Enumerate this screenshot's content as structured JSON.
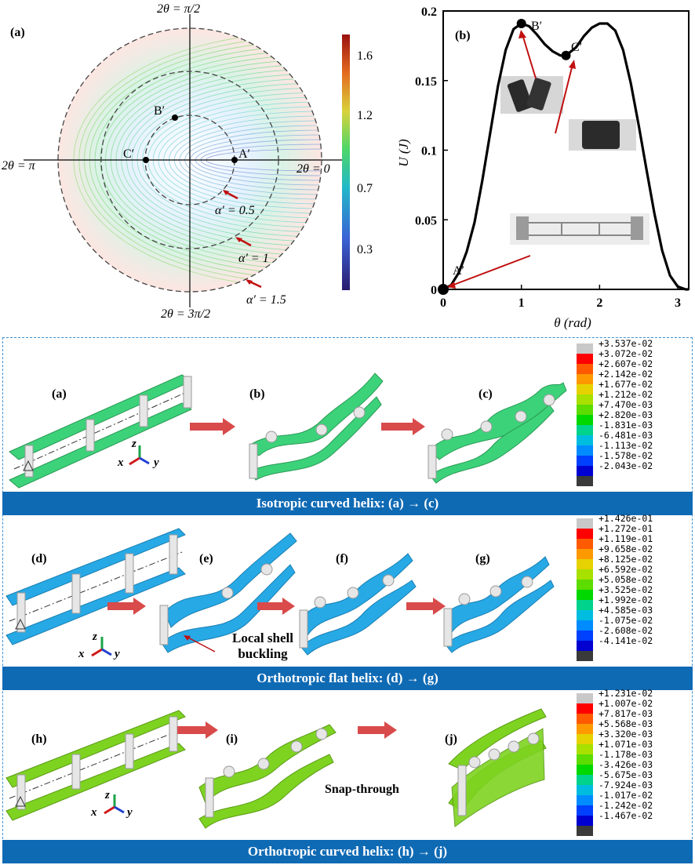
{
  "polar_panel": {
    "label": "(a)",
    "axis_top": "2θ = π/2",
    "axis_left": "2θ = π",
    "axis_right": "2θ = 0",
    "axis_bottom": "2θ = 3π/2",
    "points": [
      "A′",
      "B′",
      "C′"
    ],
    "circles": [
      "α′ = 0.5",
      "α′ = 1",
      "α′ = 1.5"
    ],
    "colorbar_ticks": [
      "1.6",
      "1.2",
      "0.7",
      "0.3"
    ]
  },
  "energy_panel": {
    "label": "(b)",
    "xlabel": "θ (rad)",
    "ylabel": "U (J)",
    "points": [
      "A′",
      "B′",
      "C′"
    ]
  },
  "chart_data": {
    "type": "line",
    "title": "",
    "xlabel": "θ (rad)",
    "ylabel": "U (J)",
    "xlim": [
      0,
      3.14
    ],
    "ylim": [
      0,
      0.2
    ],
    "xticks": [
      "0",
      "1",
      "2",
      "3"
    ],
    "yticks": [
      "0",
      "0.05",
      "0.1",
      "0.15",
      "0.2"
    ],
    "x": [
      0,
      0.1,
      0.2,
      0.3,
      0.4,
      0.5,
      0.6,
      0.7,
      0.8,
      0.9,
      1.0,
      1.1,
      1.2,
      1.3,
      1.4,
      1.5,
      1.57,
      1.7,
      1.8,
      1.9,
      2.0,
      2.1,
      2.2,
      2.3,
      2.4,
      2.5,
      2.6,
      2.7,
      2.8,
      2.9,
      3.0,
      3.1,
      3.14
    ],
    "values": [
      0,
      0.003,
      0.012,
      0.027,
      0.048,
      0.078,
      0.112,
      0.146,
      0.172,
      0.187,
      0.191,
      0.189,
      0.183,
      0.176,
      0.171,
      0.168,
      0.168,
      0.174,
      0.182,
      0.188,
      0.191,
      0.191,
      0.186,
      0.172,
      0.148,
      0.118,
      0.086,
      0.055,
      0.028,
      0.01,
      0.002,
      0.0,
      0
    ],
    "marked_points": [
      {
        "name": "A′",
        "x": 0,
        "y": 0
      },
      {
        "name": "B′",
        "x": 1.0,
        "y": 0.191
      },
      {
        "name": "C′",
        "x": 1.57,
        "y": 0.168
      }
    ]
  },
  "sim_rows": [
    {
      "banner": "Isotropic curved helix: (a) → (c)",
      "labels": [
        "(a)",
        "(b)",
        "(c)"
      ],
      "legend": [
        "+3.537e-02",
        "+3.072e-02",
        "+2.607e-02",
        "+2.142e-02",
        "+1.677e-02",
        "+1.212e-02",
        "+7.470e-03",
        "+2.820e-03",
        "-1.831e-03",
        "-6.481e-03",
        "-1.113e-02",
        "-1.578e-02",
        "-2.043e-02"
      ],
      "strip_color": "#3cd27a"
    },
    {
      "banner": "Orthotropic flat helix: (d) → (g)",
      "labels": [
        "(d)",
        "(e)",
        "(f)",
        "(g)"
      ],
      "legend": [
        "+1.426e-01",
        "+1.272e-01",
        "+1.119e-01",
        "+9.658e-02",
        "+8.125e-02",
        "+6.592e-02",
        "+5.058e-02",
        "+3.525e-02",
        "+1.992e-02",
        "+4.585e-03",
        "-1.075e-02",
        "-2.608e-02",
        "-4.141e-02"
      ],
      "note": "Local shell buckling",
      "strip_color": "#27a9e6"
    },
    {
      "banner": "Orthotropic curved helix: (h) → (j)",
      "labels": [
        "(h)",
        "(i)",
        "(j)"
      ],
      "legend": [
        "+1.231e-02",
        "+1.007e-02",
        "+7.817e-03",
        "+5.568e-03",
        "+3.320e-03",
        "+1.071e-03",
        "-1.178e-03",
        "-3.426e-03",
        "-5.675e-03",
        "-7.924e-03",
        "-1.017e-02",
        "-1.242e-02",
        "-1.467e-02"
      ],
      "note": "Snap-through",
      "strip_color": "#7ed321"
    }
  ],
  "legend_colors": [
    "#c8c8c8",
    "#ff0000",
    "#ff5a00",
    "#ff9900",
    "#e6d200",
    "#a8e000",
    "#5cdc00",
    "#00d800",
    "#00d38c",
    "#00bde0",
    "#008cff",
    "#0040ff",
    "#0000d0",
    "#3a3a3a"
  ],
  "axis_triad": {
    "x": "x",
    "y": "y",
    "z": "z"
  }
}
